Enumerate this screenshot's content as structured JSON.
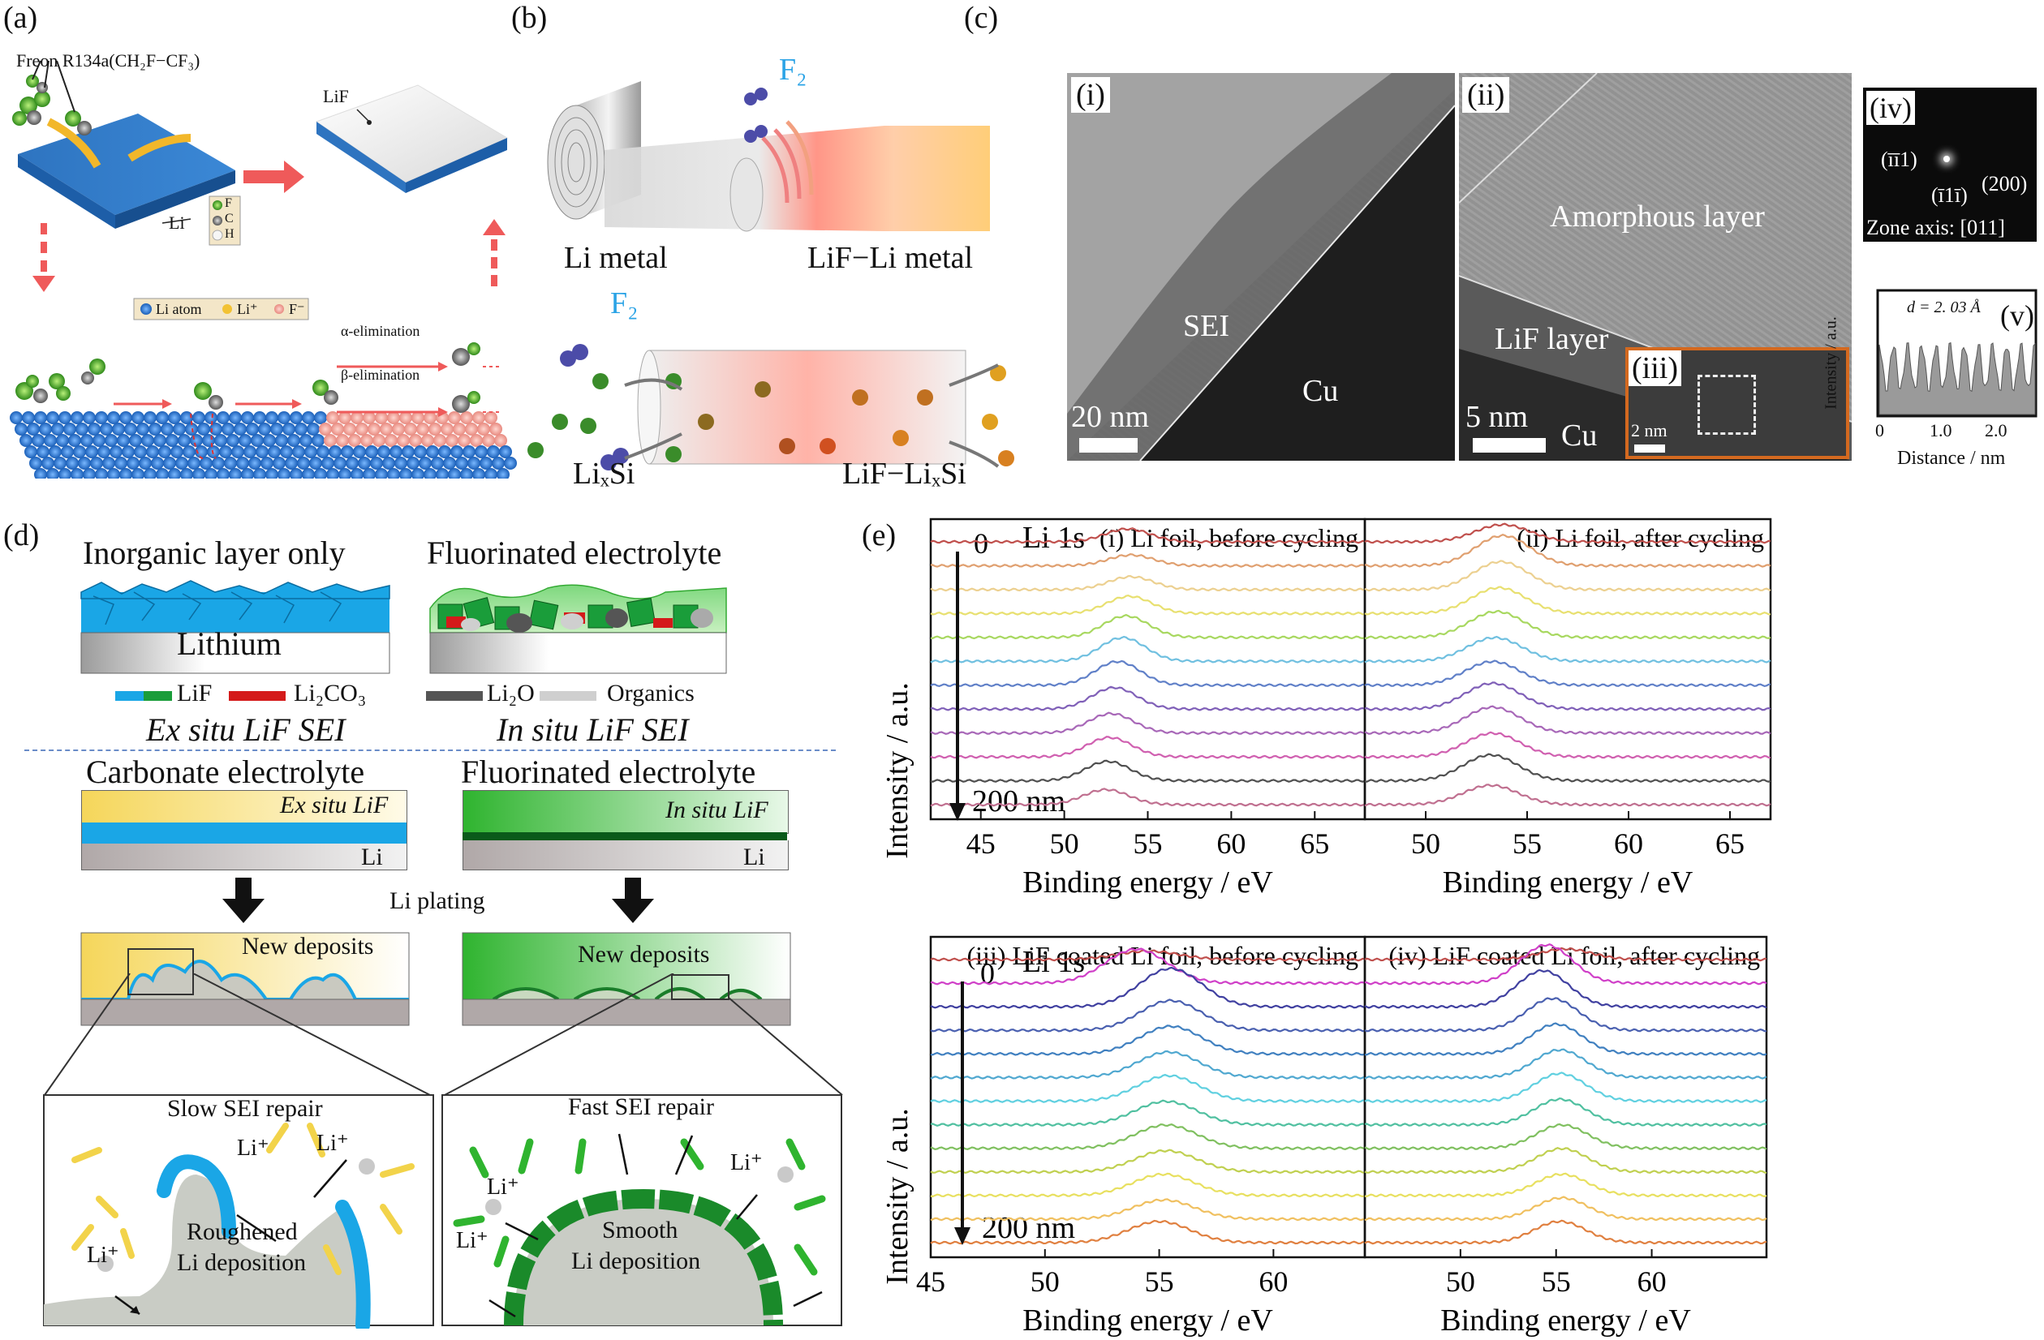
{
  "panels": {
    "a": {
      "label": "(a)",
      "freon": "Freon R134a(CH₂F−CF₃)",
      "lif": "LiF",
      "li": "Li",
      "legend_f": "F",
      "legend_c": "C",
      "legend_h": "H",
      "atoms_legend": [
        "Li atom",
        "Li⁺",
        "F⁻"
      ],
      "alpha": "α-elimination",
      "beta": "β-elimination"
    },
    "b": {
      "label": "(b)",
      "f2_top": "F₂",
      "li_metal": "Li metal",
      "lif_li_metal": "LiF−Li metal",
      "f2_bottom": "F₂",
      "lixsi": "LiₓSi",
      "lif_lixsi": "LiF−LiₓSi"
    },
    "c": {
      "label": "(c)",
      "i": "(i)",
      "ii": "(ii)",
      "iii": "(iii)",
      "iv": "(iv)",
      "v": "(v)",
      "sei": "SEI",
      "cu": "Cu",
      "cu2": "Cu",
      "scale_20": "20 nm",
      "scale_5": "5 nm",
      "scale_2": "2 nm",
      "amorphous": "Amorphous layer",
      "lif_layer": "LiF layer",
      "miller_a": "(īī1)",
      "miller_b": "(ī1ī)",
      "miller_c": "(200)",
      "zone": "Zone axis: [011]",
      "v_d": "d = 2. 03 Å",
      "v_ylabel": "Intensity / a.u.",
      "v_xlabel": "Distance / nm",
      "v_ticks": [
        "0",
        "1.0",
        "2.0"
      ]
    },
    "d": {
      "label": "(d)",
      "inorg": "Inorganic layer only",
      "fluor": "Fluorinated electrolyte",
      "lithium": "Lithium",
      "leg_lif": "LiF",
      "leg_li2co3": "Li₂CO₃",
      "leg_li2o": "Li₂O",
      "leg_org": "Organics",
      "exsitu_title": "Ex situ LiF SEI",
      "insitu_title": "In situ LiF SEI",
      "carbonate": "Carbonate electrolyte",
      "fluorinated2": "Fluorinated electrolyte",
      "exsitu_lif": "Ex situ LiF",
      "insitu_lif": "In situ LiF",
      "li_a": "Li",
      "li_b": "Li",
      "plating": "Li plating",
      "new_dep_a": "New deposits",
      "new_dep_b": "New deposits",
      "slow": "Slow SEI repair",
      "fast": "Fast SEI repair",
      "liplus": "Li⁺",
      "rough": [
        "Roughened",
        "Li deposition"
      ],
      "smooth": [
        "Smooth",
        "Li deposition"
      ]
    },
    "e": {
      "label": "(e)",
      "li1s_top": "Li 1s",
      "li1s_bottom": "Li 1s",
      "ylabel": "Intensity / a.u.",
      "depth_start": "0",
      "depth_end": "200 nm"
    }
  },
  "colors": {
    "li_blue": "#2f7fcb",
    "lif_blue": "#1aa6e6",
    "lif_green": "#1a9d3a",
    "li2co3_red": "#d41a1a",
    "li2o_gray": "#555555",
    "organics_gray": "#cfcfcf",
    "arrow_red": "#ef5a5a",
    "inset_orange": "#d4691f"
  },
  "chart_data": [
    {
      "type": "line",
      "title": "(i) Li foil, before cycling",
      "xlabel": "Binding energy / eV",
      "ylabel": "Intensity / a.u.",
      "xlim": [
        42,
        68
      ],
      "xticks": [
        45,
        50,
        55,
        60,
        65
      ],
      "depth_labels": [
        "0",
        "200 nm"
      ],
      "series_colors": [
        "#c0504d",
        "#e0a070",
        "#ecd090",
        "#e8e070",
        "#a8d860",
        "#70c0e0",
        "#6080c8",
        "#8060b8",
        "#a868b8",
        "#d060b0",
        "#505050",
        "#c07090"
      ],
      "peak_center": [
        53.8,
        54,
        54,
        53.9,
        53.7,
        53.5,
        53.2,
        53,
        52.8,
        52.7,
        52.6,
        52.5
      ],
      "peak_height": [
        0.6,
        0.5,
        0.6,
        0.8,
        1,
        1.1,
        1.1,
        1,
        0.9,
        0.9,
        0.9,
        0.7
      ]
    },
    {
      "type": "line",
      "title": "(ii) Li foil, after cycling",
      "xlabel": "Binding energy / eV",
      "ylabel": "",
      "xlim": [
        47,
        67
      ],
      "xticks": [
        50,
        55,
        60,
        65
      ],
      "series_colors": [
        "#c0504d",
        "#e0a070",
        "#ecd090",
        "#e8e070",
        "#a8d860",
        "#70c0e0",
        "#6080c8",
        "#8060b8",
        "#a868b8",
        "#d060b0",
        "#505050",
        "#c07090"
      ],
      "peak_center": [
        53.8,
        53.8,
        53.7,
        53.6,
        53.5,
        53.4,
        53.3,
        53.3,
        53.3,
        53.3,
        53.2,
        53.2
      ],
      "peak_height": [
        0.8,
        1.4,
        1.3,
        1.2,
        1.2,
        1.1,
        1.1,
        1.2,
        1.2,
        1.1,
        1.2,
        0.9
      ]
    },
    {
      "type": "line",
      "title": "(iii) LiF coated Li foil, before cycling",
      "xlabel": "Binding energy / eV",
      "ylabel": "Intensity / a.u.",
      "xlim": [
        45,
        64
      ],
      "xticks": [
        45,
        50,
        55,
        60
      ],
      "series_colors": [
        "#c0504d",
        "#d040c8",
        "#4040a0",
        "#4a60b0",
        "#4080c0",
        "#50a8d0",
        "#60d0e0",
        "#50c0a0",
        "#80c060",
        "#c0d050",
        "#e8e060",
        "#f0c060",
        "#e08040"
      ],
      "peak_center": [
        54.5,
        54,
        55.5,
        55.5,
        55.5,
        55.4,
        55.4,
        55.3,
        55.3,
        55.3,
        55.2,
        55.2,
        55
      ],
      "peak_height": [
        0.4,
        1.6,
        1.8,
        1.4,
        1.3,
        1.2,
        1.2,
        1.1,
        1.1,
        1,
        1,
        0.9,
        1
      ]
    },
    {
      "type": "line",
      "title": "(iv) LiF coated Li foil, after cycling",
      "xlabel": "Binding energy / eV",
      "ylabel": "",
      "xlim": [
        45,
        66
      ],
      "xticks": [
        50,
        55,
        60
      ],
      "series_colors": [
        "#c0504d",
        "#d040c8",
        "#4040a0",
        "#4a60b0",
        "#4080c0",
        "#50a8d0",
        "#60d0e0",
        "#50c0a0",
        "#80c060",
        "#c0d050",
        "#e8e060",
        "#f0c060",
        "#e08040"
      ],
      "peak_center": [
        55.5,
        54.5,
        54.3,
        54.8,
        55,
        55.2,
        55.2,
        55.2,
        55.3,
        55.3,
        55.3,
        55.3,
        55.2
      ],
      "peak_height": [
        0.5,
        1.8,
        1.7,
        1.5,
        1.4,
        1.3,
        1.3,
        1.2,
        1.1,
        1.1,
        1,
        1,
        1
      ]
    }
  ]
}
